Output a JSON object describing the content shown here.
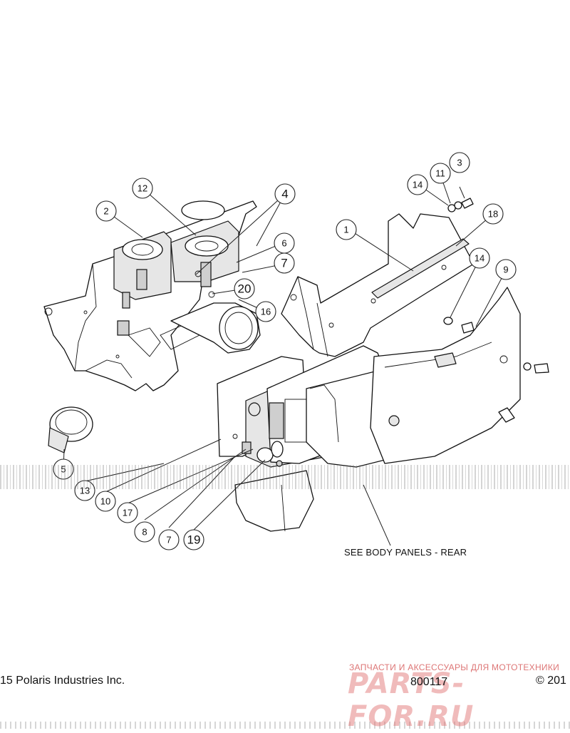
{
  "diagram": {
    "callouts": [
      {
        "id": "c1",
        "label": "1"
      },
      {
        "id": "c2",
        "label": "2"
      },
      {
        "id": "c3",
        "label": "3"
      },
      {
        "id": "c4",
        "label": "4"
      },
      {
        "id": "c5",
        "label": "5"
      },
      {
        "id": "c6",
        "label": "6"
      },
      {
        "id": "c7a",
        "label": "7"
      },
      {
        "id": "c7b",
        "label": "7"
      },
      {
        "id": "c8",
        "label": "8"
      },
      {
        "id": "c9",
        "label": "9"
      },
      {
        "id": "c10",
        "label": "10"
      },
      {
        "id": "c11",
        "label": "11"
      },
      {
        "id": "c12",
        "label": "12"
      },
      {
        "id": "c13",
        "label": "13"
      },
      {
        "id": "c14a",
        "label": "14"
      },
      {
        "id": "c14b",
        "label": "14"
      },
      {
        "id": "c16",
        "label": "16"
      },
      {
        "id": "c17",
        "label": "17"
      },
      {
        "id": "c18",
        "label": "18"
      },
      {
        "id": "c19",
        "label": "19"
      },
      {
        "id": "c20",
        "label": "20"
      }
    ],
    "note": "SEE BODY PANELS - REAR"
  },
  "footer": {
    "copyright_left": "15 Polaris Industries Inc.",
    "part_number": "800117",
    "copyright_right": "© 201"
  },
  "watermark": {
    "tagline": "ЗАПЧАСТИ И АКСЕССУАРЫ ДЛЯ МОТОТЕХНИКИ",
    "logo": "PARTS-FOR.RU"
  }
}
